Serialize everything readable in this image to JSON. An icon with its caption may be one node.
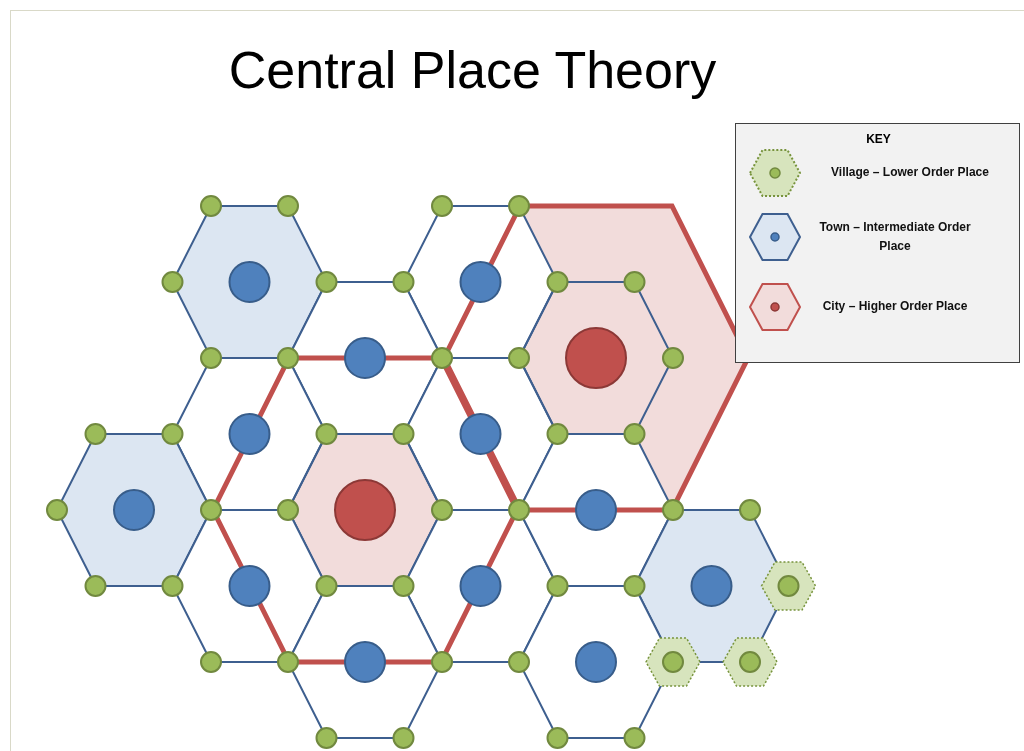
{
  "diagram": {
    "title": "Central Place Theory",
    "labels": [
      "KEY"
    ],
    "legend": [
      {
        "text": "Village – Lower Order Place"
      },
      {
        "text": "Town – Intermediate Order Place"
      },
      {
        "text": "City – Higher Order Place"
      }
    ]
  }
}
